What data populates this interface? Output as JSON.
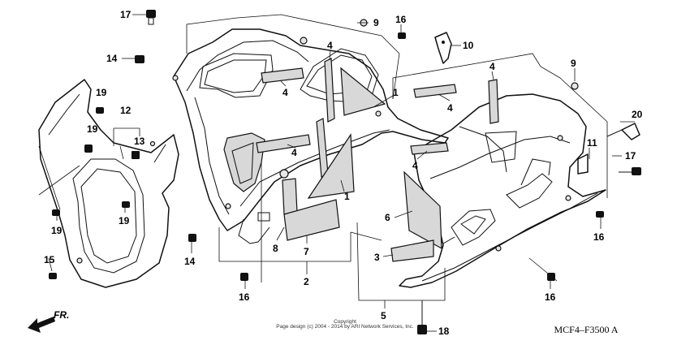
{
  "callouts": [
    {
      "id": "17a",
      "text": "17"
    },
    {
      "id": "9a",
      "text": "9"
    },
    {
      "id": "16a",
      "text": "16"
    },
    {
      "id": "10",
      "text": "10"
    },
    {
      "id": "14a",
      "text": "14"
    },
    {
      "id": "4a",
      "text": "4"
    },
    {
      "id": "4b",
      "text": "4"
    },
    {
      "id": "1a",
      "text": "1"
    },
    {
      "id": "9b",
      "text": "9"
    },
    {
      "id": "4c",
      "text": "4"
    },
    {
      "id": "4d",
      "text": "4"
    },
    {
      "id": "20",
      "text": "20"
    },
    {
      "id": "19a",
      "text": "19"
    },
    {
      "id": "12",
      "text": "12"
    },
    {
      "id": "13",
      "text": "13"
    },
    {
      "id": "19b",
      "text": "19"
    },
    {
      "id": "4e",
      "text": "4"
    },
    {
      "id": "4f",
      "text": "4"
    },
    {
      "id": "11",
      "text": "11"
    },
    {
      "id": "17b",
      "text": "17"
    },
    {
      "id": "1b",
      "text": "1"
    },
    {
      "id": "19c",
      "text": "19"
    },
    {
      "id": "19d",
      "text": "19"
    },
    {
      "id": "6",
      "text": "6"
    },
    {
      "id": "16b",
      "text": "16"
    },
    {
      "id": "14b",
      "text": "14"
    },
    {
      "id": "8",
      "text": "8"
    },
    {
      "id": "7",
      "text": "7"
    },
    {
      "id": "3",
      "text": "3"
    },
    {
      "id": "15",
      "text": "15"
    },
    {
      "id": "2",
      "text": "2"
    },
    {
      "id": "16c",
      "text": "16"
    },
    {
      "id": "16d",
      "text": "16"
    },
    {
      "id": "5",
      "text": "5"
    },
    {
      "id": "18",
      "text": "18"
    }
  ],
  "copyright_line1": "Copyright",
  "copyright_line2": "Page design (c) 2004 - 2014 by ARI Network Services, Inc.",
  "diagram_code": "MCF4–F3500 A",
  "direction_label": "FR."
}
